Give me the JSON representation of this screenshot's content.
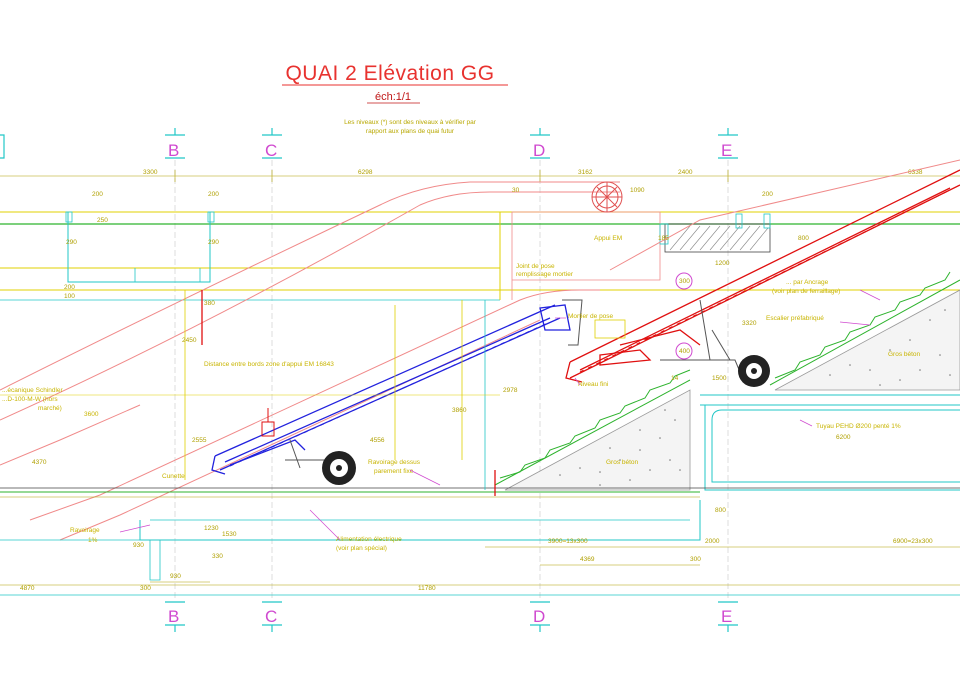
{
  "title": "QUAI 2 Elévation GG",
  "scale": "éch:1/1",
  "note": [
    "Les niveaux (*) sont des niveaux à vérifier par",
    "rapport aux plans de quai futur"
  ],
  "axes_top": [
    "B",
    "C",
    "D",
    "E"
  ],
  "axes_bottom": [
    "B",
    "C",
    "D",
    "E"
  ],
  "dimensions": {
    "d3300": "3300",
    "d6298": "6298",
    "d3162": "3162",
    "d2400": "2400",
    "d6338": "6338",
    "d200a": "200",
    "d200b": "200",
    "d200c": "200",
    "d250": "250",
    "d290a": "290",
    "d290b": "290",
    "d200d": "200",
    "d100": "100",
    "d30": "30",
    "d380": "380",
    "d1090": "1090",
    "d185": "185",
    "d800a": "800",
    "d1200": "1200",
    "d300": "300",
    "d2450": "2450",
    "d2555": "2555",
    "d4370": "4370",
    "d4556": "4556",
    "d3860": "3860",
    "d2978": "2978",
    "d3320": "3320",
    "d400": "400",
    "d1500": "1500",
    "d14": "14",
    "d6200": "6200",
    "d800b": "800",
    "d3900": "3900=13x300",
    "d4369": "4369",
    "d2000": "2000",
    "d6900": "6900=23x300",
    "d300b": "300",
    "d4870": "4870",
    "d300c": "300",
    "d930": "930",
    "d11780": "11780",
    "d1230": "1230",
    "d1530": "1530",
    "d330": "330",
    "d930v": "930"
  },
  "labels": {
    "appui": "Appui EM",
    "joint_1": "Joint de pose",
    "joint_2": "remplissage mortier",
    "mortier": "Mortier de pose",
    "ancrage_1": "... par Ancrage",
    "ancrage_2": "(voir plan de ferraillage)",
    "escalier": "Escalier préfabriqué",
    "gros_beton_r": "Gros béton",
    "gros_beton_m": "Gros béton",
    "niveau_fini": "Niveau fini",
    "distance": "Distance entre bords zone d'appui EM 16843",
    "meca_1": "...écanique Schindler",
    "meca_2": "...D-100-M-W (hors",
    "meca_3": "marché)",
    "cunette": "Cunette",
    "ravoirage_1": "Ravoirage dessus",
    "ravoirage_2": "parement fixe",
    "alim_1": "Alimentation électrique",
    "alim_2": "(voir plan spécial)",
    "tuyau": "Tuyau PEHD Ø200 penté 1%",
    "raval_1": "Ravoirage",
    "raval_2": "1%",
    "d3600": "3600"
  },
  "colors": {
    "title_red": "#e8322f",
    "cyan": "#22c7c7",
    "yellow": "#e0d000",
    "green": "#2db32d",
    "salmon": "#f08a8a",
    "blue": "#2222dd",
    "red": "#e01010",
    "magenta": "#d04ad0",
    "gray": "#888888"
  }
}
